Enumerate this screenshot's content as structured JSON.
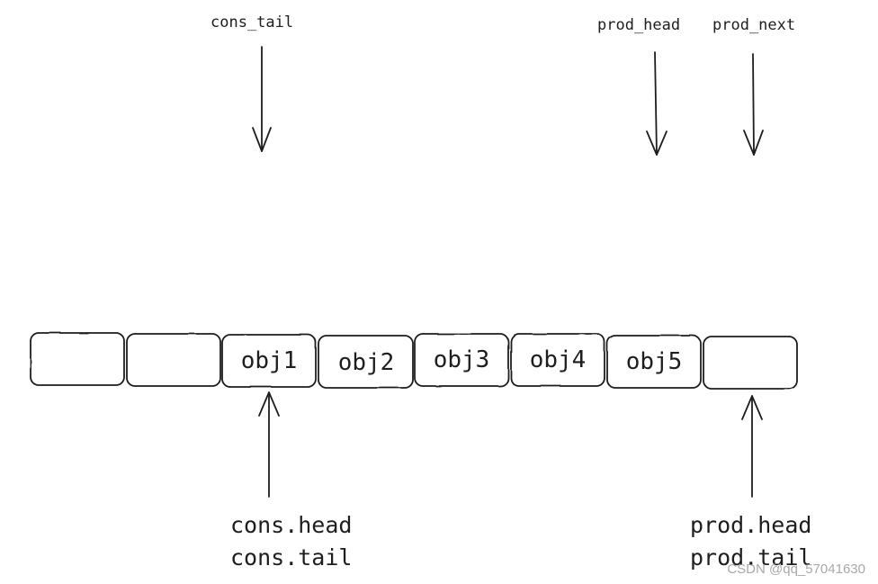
{
  "diagram": {
    "top_labels": {
      "cons_tail": "cons_tail",
      "prod_head": "prod_head",
      "prod_next": "prod_next"
    },
    "cells": [
      "",
      "",
      "obj1",
      "obj2",
      "obj3",
      "obj4",
      "obj5",
      ""
    ],
    "bottom_labels": {
      "cons": [
        "cons.head",
        "cons.tail"
      ],
      "prod": [
        "prod.head",
        "prod.tail"
      ]
    }
  },
  "watermark": "CSDN @qq_57041630"
}
